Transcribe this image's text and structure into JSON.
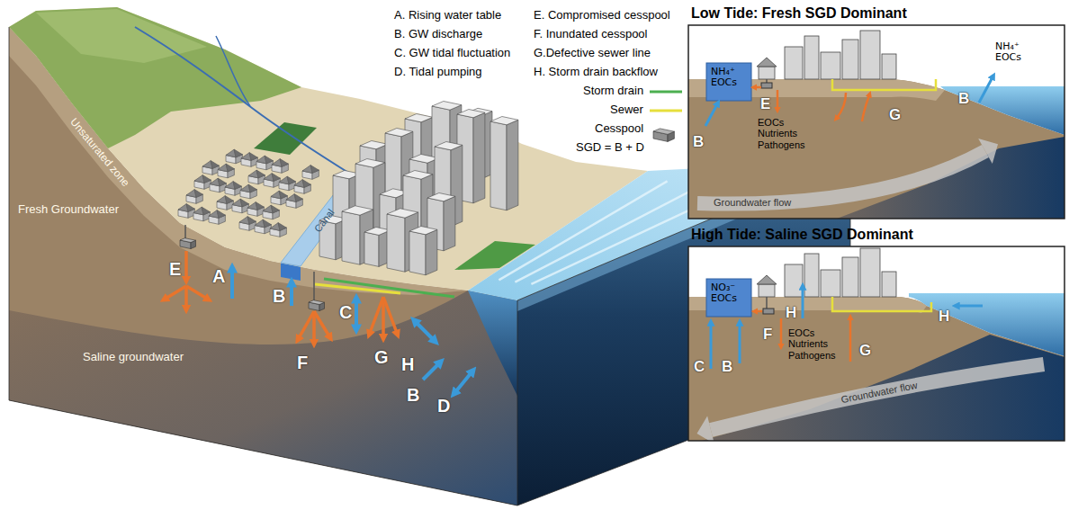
{
  "diagram": {
    "nodes": [
      {
        "text": [
          "Low Tide: Fresh SGD Dominant",
          "NH₄⁺ EOCs",
          "B",
          "E",
          "EOCs Nutrients Pathogens",
          "G",
          "B",
          "NH₄⁺ EOCs",
          "Groundwater flow"
        ]
      },
      {
        "text": [
          "High Tide: Saline SGD Dominant",
          "NO₃⁻ EOCs",
          "H",
          "C",
          "B",
          "F",
          "EOCs Nutrients Pathogens",
          "G",
          "H",
          "Groundwater flow"
        ]
      }
    ],
    "labels": [
      "A. Rising water table",
      "B. GW discharge",
      "C. GW tidal fluctuation",
      "D. Tidal pumping",
      "E. Compromised cesspool",
      "F. Inundated cesspool",
      "G.Defective sewer line",
      "H. Storm drain backflow",
      "SGD = B + D",
      "Unsaturated zone",
      "Fresh Groundwater",
      "Saline groundwater",
      "Canal",
      "E",
      "A",
      "B",
      "C",
      "H",
      "F",
      "G",
      "B",
      "D"
    ],
    "legend": [
      {
        "text": "Storm drain"
      },
      {
        "text": "Sewer"
      },
      {
        "text": "Cesspool"
      }
    ]
  }
}
